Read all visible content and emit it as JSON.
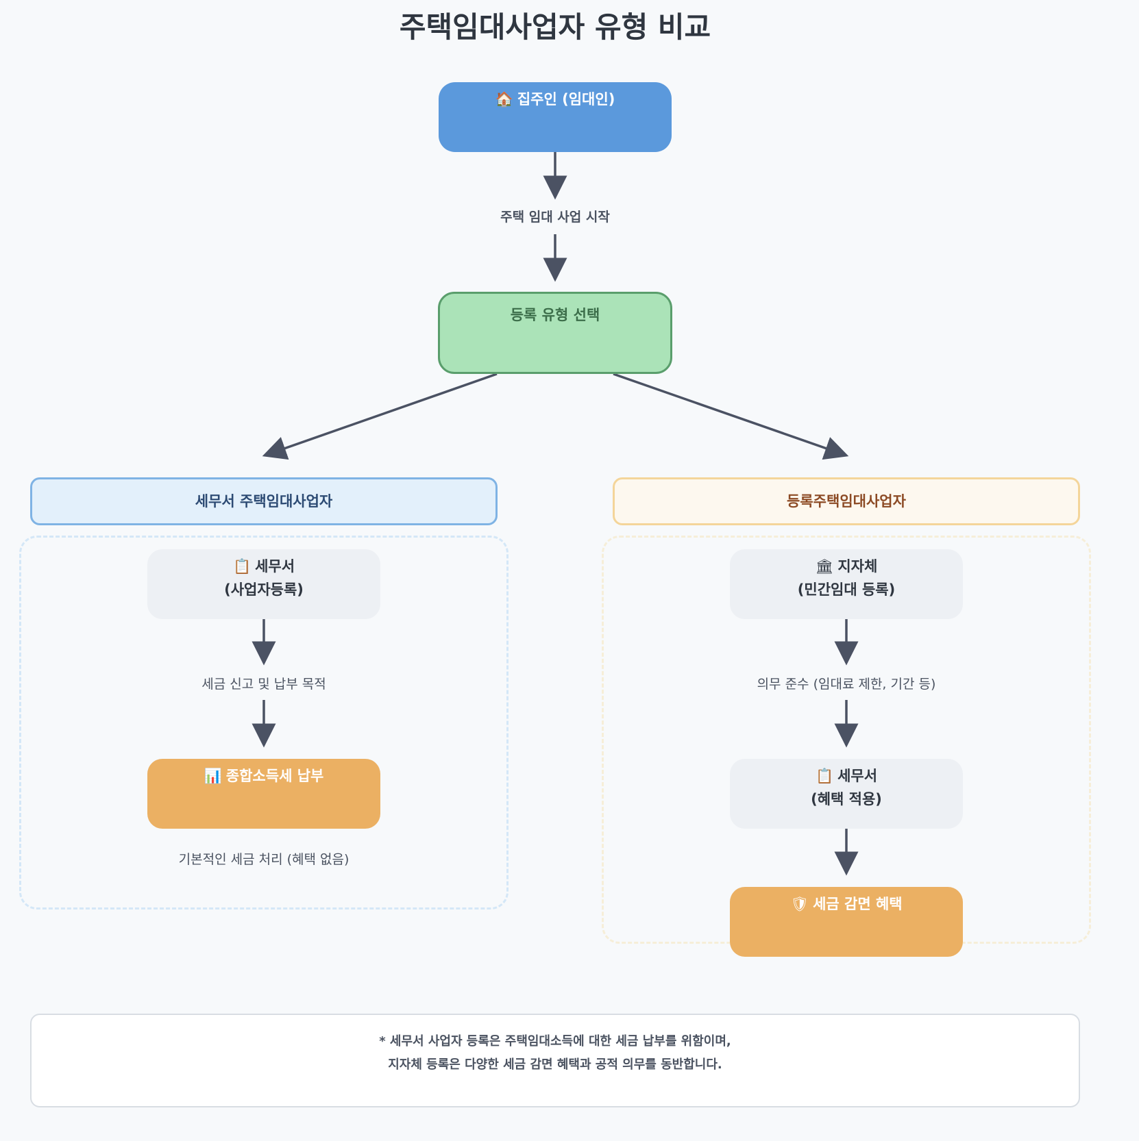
{
  "title": "주택임대사업자 유형 비교",
  "owner": {
    "icon": "🏠",
    "label": "집주인 (임대인)"
  },
  "start_label": "주택 임대 사업 시작",
  "choose": {
    "label": "등록 유형 선택"
  },
  "left": {
    "category": "세무서 주택임대사업자",
    "office": {
      "icon": "📋",
      "line1": "세무서",
      "line2": "(사업자등록)"
    },
    "purpose": "세금 신고 및 납부 목적",
    "result": {
      "icon": "📊",
      "label": "종합소득세 납부"
    },
    "note": "기본적인 세금 처리 (혜택 없음)"
  },
  "right": {
    "category": "등록주택임대사업자",
    "office": {
      "icon": "🏛",
      "line1": "지자체",
      "line2": "(민간임대 등록)"
    },
    "duty": "의무 준수 (임대료 제한, 기간 등)",
    "tax_office": {
      "icon": "📋",
      "line1": "세무서",
      "line2": "(혜택 적용)"
    },
    "result": {
      "icon": "🛡",
      "label": "세금 감면 혜택"
    }
  },
  "footer": {
    "line1": "* 세무서 사업자 등록은 주택임대소득에 대한 세금 납부를 위함이며,",
    "line2": "지자체 등록은 다양한 세금 감면 혜택과 공적 의무를 동반합니다."
  },
  "colors": {
    "owner": "#5b99dc",
    "choose": "#abe3b8",
    "result": "#ebb063",
    "arrow": "#4b5263"
  }
}
